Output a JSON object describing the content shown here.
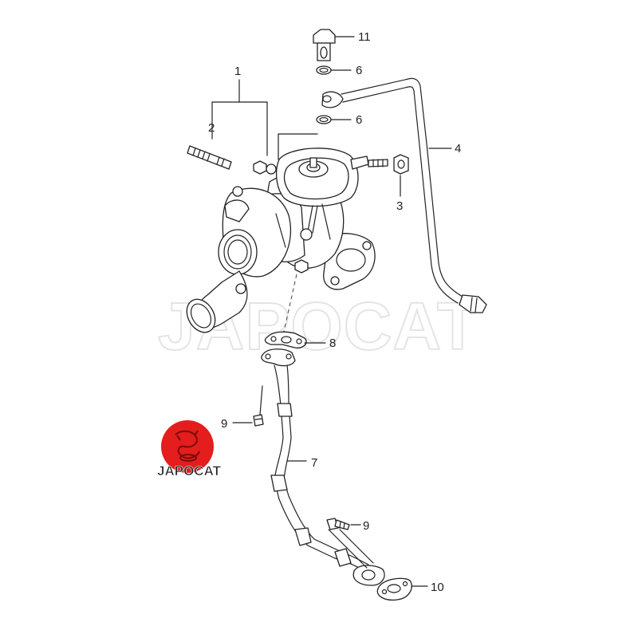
{
  "watermark": {
    "text": "JAPOCAT"
  },
  "logo": {
    "text": "JAPOCAT",
    "color": "#e41d1d"
  },
  "callouts": {
    "c1": "1",
    "c2": "2",
    "c3": "3",
    "c4": "4",
    "c6a": "6",
    "c6b": "6",
    "c7": "7",
    "c8": "8",
    "c9a": "9",
    "c9b": "9",
    "c10": "10",
    "c11": "11"
  }
}
